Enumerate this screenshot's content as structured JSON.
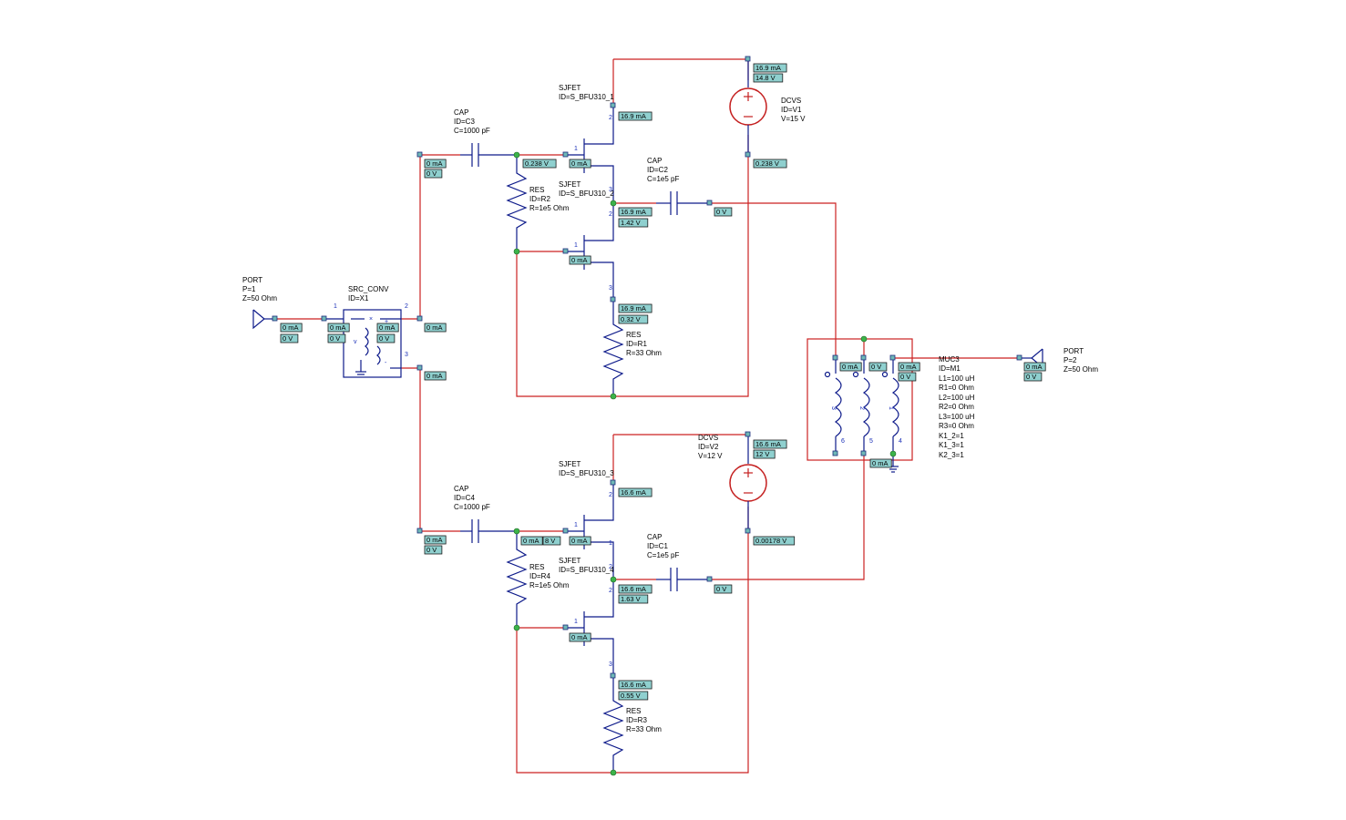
{
  "ports": [
    {
      "lines": [
        "PORT",
        "P=1",
        "Z=50 Ohm"
      ]
    },
    {
      "lines": [
        "PORT",
        "P=2",
        "Z=50 Ohm"
      ]
    }
  ],
  "src_conv": {
    "lines": [
      "SRC_CONV",
      "ID=X1"
    ]
  },
  "caps": [
    {
      "id": "C3",
      "lines": [
        "CAP",
        "ID=C3",
        "C=1000 pF"
      ]
    },
    {
      "id": "C2",
      "lines": [
        "CAP",
        "ID=C2",
        "C=1e5 pF"
      ]
    },
    {
      "id": "C4",
      "lines": [
        "CAP",
        "ID=C4",
        "C=1000 pF"
      ]
    },
    {
      "id": "C1",
      "lines": [
        "CAP",
        "ID=C1",
        "C=1e5 pF"
      ]
    }
  ],
  "resistors": [
    {
      "id": "R2",
      "lines": [
        "RES",
        "ID=R2",
        "R=1e5 Ohm"
      ]
    },
    {
      "id": "R1",
      "lines": [
        "RES",
        "ID=R1",
        "R=33 Ohm"
      ]
    },
    {
      "id": "R4",
      "lines": [
        "RES",
        "ID=R4",
        "R=1e5 Ohm"
      ]
    },
    {
      "id": "R3",
      "lines": [
        "RES",
        "ID=R3",
        "R=33 Ohm"
      ]
    }
  ],
  "fets": [
    {
      "lines": [
        "SJFET",
        "ID=S_BFU310_1"
      ]
    },
    {
      "lines": [
        "SJFET",
        "ID=S_BFU310_2"
      ]
    },
    {
      "lines": [
        "SJFET",
        "ID=S_BFU310_3"
      ]
    },
    {
      "lines": [
        "SJFET",
        "ID=S_BFU310_4"
      ]
    }
  ],
  "sources": [
    {
      "id": "V1",
      "lines": [
        "DCVS",
        "ID=V1",
        "V=15 V"
      ]
    },
    {
      "id": "V2",
      "lines": [
        "DCVS",
        "ID=V2",
        "V=12 V"
      ]
    }
  ],
  "muc3": {
    "lines": [
      "MUC3",
      "ID=M1",
      "L1=100 uH",
      "R1=0 Ohm",
      "L2=100 uH",
      "R2=0 Ohm",
      "L3=100 uH",
      "R3=0 Ohm",
      "K1_2=1",
      "K1_3=1",
      "K2_3=1"
    ]
  },
  "pins": [
    "1",
    "2",
    "3",
    "1",
    "2",
    "1",
    "2",
    "3",
    "1",
    "2",
    "1",
    "2",
    "3",
    "3",
    "2",
    "1",
    "6",
    "5",
    "4"
  ],
  "annotations": [
    "16.9 mA",
    "14.8 V",
    "16.9 mA",
    "0.238 V",
    "0.238 V",
    "0 mA",
    "0 mA",
    "0 V",
    "16.9 mA",
    "1.42 V",
    "0 V",
    "0 mA",
    "16.9 mA",
    "0.32 V",
    "0 mA",
    "0 V",
    "0 mA",
    "0 V",
    "0 mA",
    "0 V",
    "0 mA",
    "0 mA",
    "0 mA",
    "0 V",
    "0 mA",
    "0 V",
    "0 mA",
    "0 V",
    "0 mA",
    "16.6 mA",
    "12 V",
    "16.6 mA",
    "0 mA",
    "0 V",
    "0 mA",
    "8 V",
    "0 mA",
    "0.00178 V",
    "16.6 mA",
    "1.63 V",
    "0 V",
    "0 mA",
    "16.6 mA",
    "0.55 V"
  ]
}
